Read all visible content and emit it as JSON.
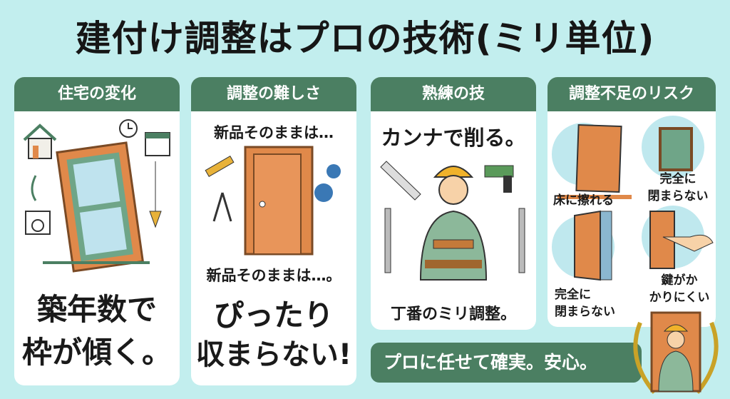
{
  "title": "建付け調整はプロの技術(ミリ単位)",
  "cards": [
    {
      "header": "住宅の変化",
      "caption_line1": "築年数で",
      "caption_line2": "枠が傾く。"
    },
    {
      "header": "調整の難しさ",
      "top_text": "新品そのままは…",
      "mid_text": "新品そのままは…。",
      "caption_line1": "ぴったり",
      "caption_line2": "収まらない!"
    },
    {
      "header": "熟練の技",
      "top_text": "カンナで削る。",
      "bottom_text": "丁番のミリ調整。"
    },
    {
      "header": "調整不足のリスク",
      "risks": [
        {
          "line1": "床に擦れる",
          "line2": ""
        },
        {
          "line1": "完全に",
          "line2": "閉まらない"
        },
        {
          "line1": "完全に",
          "line2": "閉まらない"
        },
        {
          "line1": "鍵がか",
          "line2": "かりにくい"
        }
      ]
    }
  ],
  "banner": "プロに任せて確実。安心。",
  "colors": {
    "background": "#c2eeee",
    "header": "#4b7f62",
    "door": "#e0894a"
  }
}
